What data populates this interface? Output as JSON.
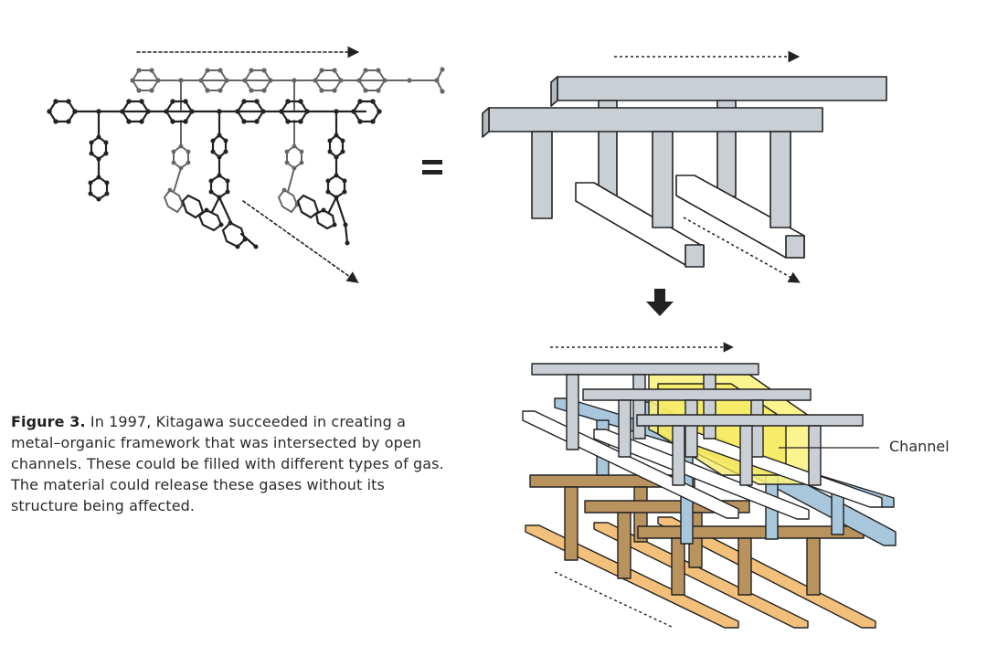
{
  "caption": {
    "lead": "Figure 3.",
    "text": " In 1997, Kitagawa succeeded in creating a metal–organic framework that was intersected by open channels. These could be filled with different types of gas. The material could release these gases without its structure being affected."
  },
  "labels": {
    "equals": "=",
    "channel": "Channel"
  },
  "colors": {
    "gray_beam": "#c9cfd4",
    "white_beam": "#ffffff",
    "blue_beam": "#a9c7dc",
    "brown_beam": "#b9935e",
    "orange_beam": "#f2c07a",
    "channel_fill": "#fbf27a",
    "outline": "#222222",
    "molecule_dark": "#222222",
    "molecule_gray": "#666666"
  },
  "icons": {
    "down_arrow": "down-arrow-icon",
    "equals": "equals-icon"
  }
}
